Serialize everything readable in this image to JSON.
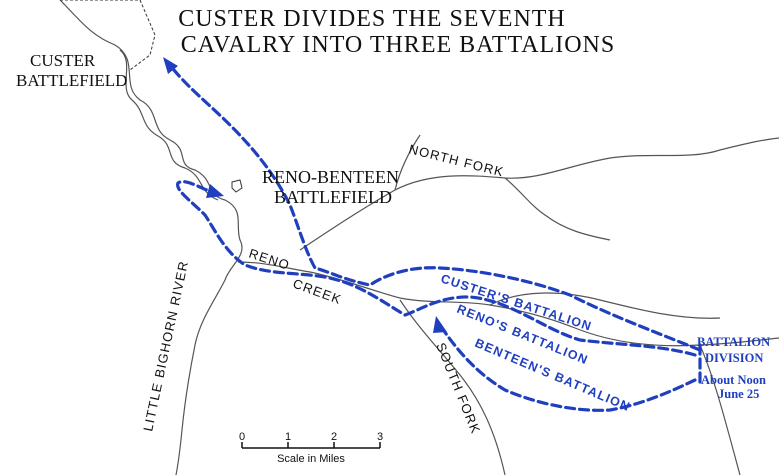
{
  "title": {
    "line1": "CUSTER DIVIDES THE SEVENTH",
    "line2": "CAVALRY INTO THREE BATTALIONS"
  },
  "places": {
    "custer_battlefield_1": "CUSTER",
    "custer_battlefield_2": "BATTLEFIELD",
    "reno_benteen_1": "RENO-BENTEEN",
    "reno_benteen_2": "BATTLEFIELD"
  },
  "waterways": {
    "north_fork": "NORTH FORK",
    "reno_creek_1": "RENO",
    "reno_creek_2": "CREEK",
    "south_fork": "SOUTH FORK",
    "little_bighorn": "LITTLE BIGHORN RIVER"
  },
  "routes": {
    "custer": "CUSTER'S BATTALION",
    "reno": "RENO'S BATTALION",
    "benteen": "BENTEEN'S BATTALION"
  },
  "annotation": {
    "line1": "BATTALION",
    "line2": "DIVISION",
    "line3": "About Noon",
    "line4": "June 25"
  },
  "scale": {
    "ticks": [
      "0",
      "1",
      "2",
      "3"
    ],
    "label": "Scale in Miles"
  },
  "colors": {
    "route": "#1f3fbf",
    "river": "#555555",
    "text": "#111111"
  }
}
